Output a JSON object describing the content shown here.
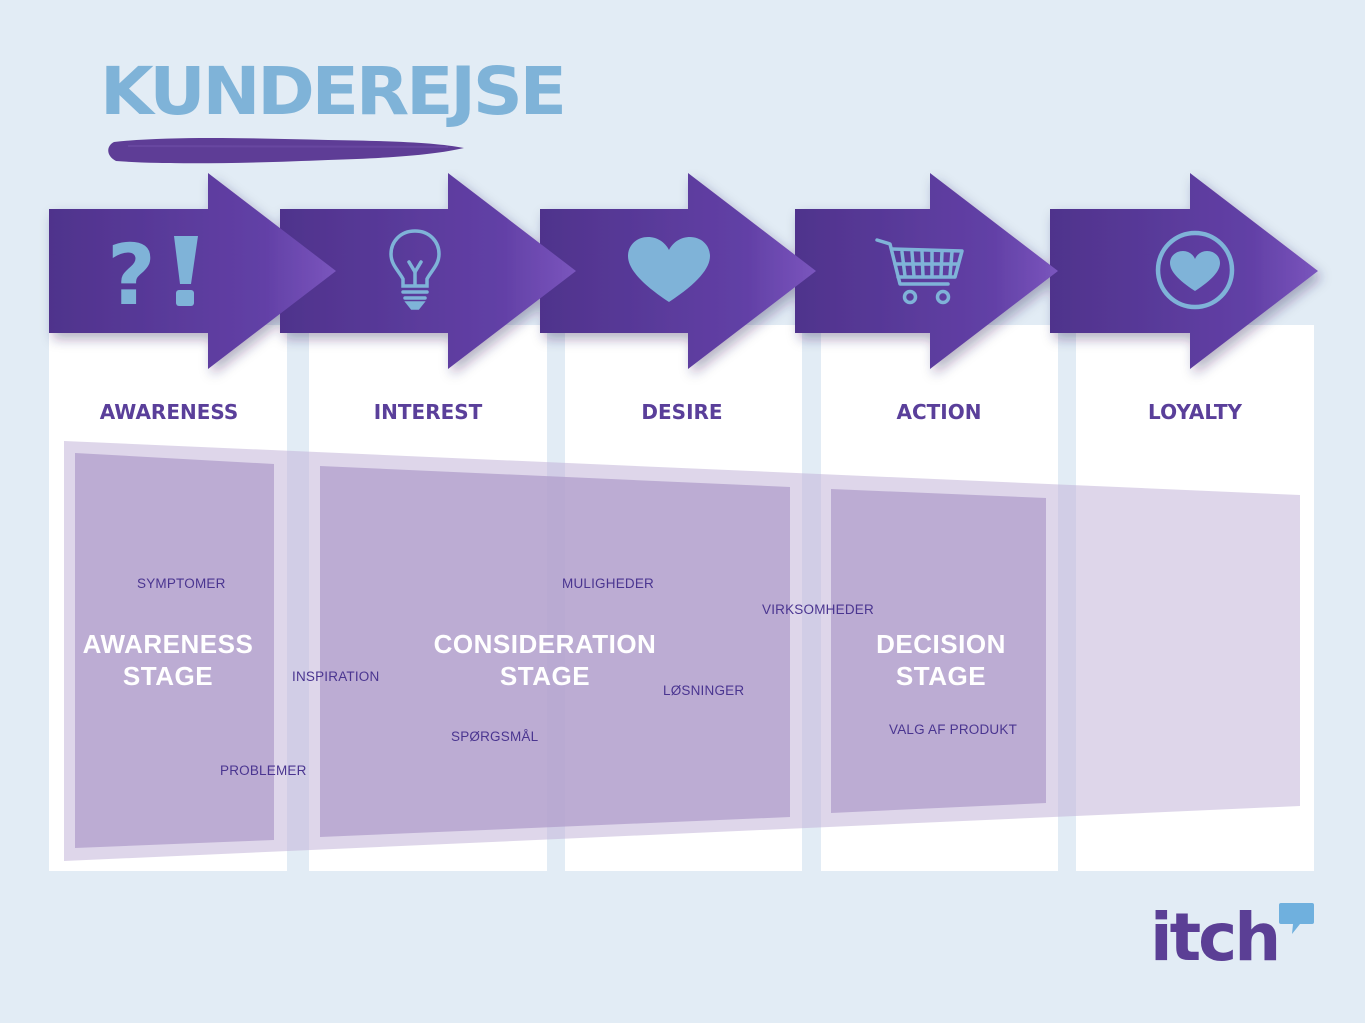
{
  "title": "KUNDEREJSE",
  "stages": [
    {
      "label": "AWARENESS",
      "icon": "question-exclamation-icon"
    },
    {
      "label": "INTEREST",
      "icon": "lightbulb-icon"
    },
    {
      "label": "DESIRE",
      "icon": "heart-icon"
    },
    {
      "label": "ACTION",
      "icon": "shopping-cart-icon"
    },
    {
      "label": "LOYALTY",
      "icon": "heart-circle-icon"
    }
  ],
  "journey": {
    "awareness_line1": "AWARENESS",
    "awareness_line2": "STAGE",
    "consideration_line1": "CONSIDERATION",
    "consideration_line2": "STAGE",
    "decision_line1": "DECISION",
    "decision_line2": "STAGE"
  },
  "keywords": {
    "symptomer": "SYMPTOMER",
    "inspiration": "INSPIRATION",
    "problemer": "PROBLEMER",
    "muligheder": "MULIGHEDER",
    "virksomheder": "VIRKSOMHEDER",
    "losninger": "LØSNINGER",
    "sporgsmal": "SPØRGSMÅL",
    "valg": "VALG AF PRODUKT"
  },
  "logo": {
    "text": "itch"
  },
  "colors": {
    "background": "#e2ecf5",
    "arrow": "#5b3b9b",
    "icon": "#7fb3d8",
    "title": "#7fb3d8",
    "stage_text": "#5a3f9a",
    "funnel": "#c5b8da",
    "stage_box": "#b4a2cc"
  }
}
